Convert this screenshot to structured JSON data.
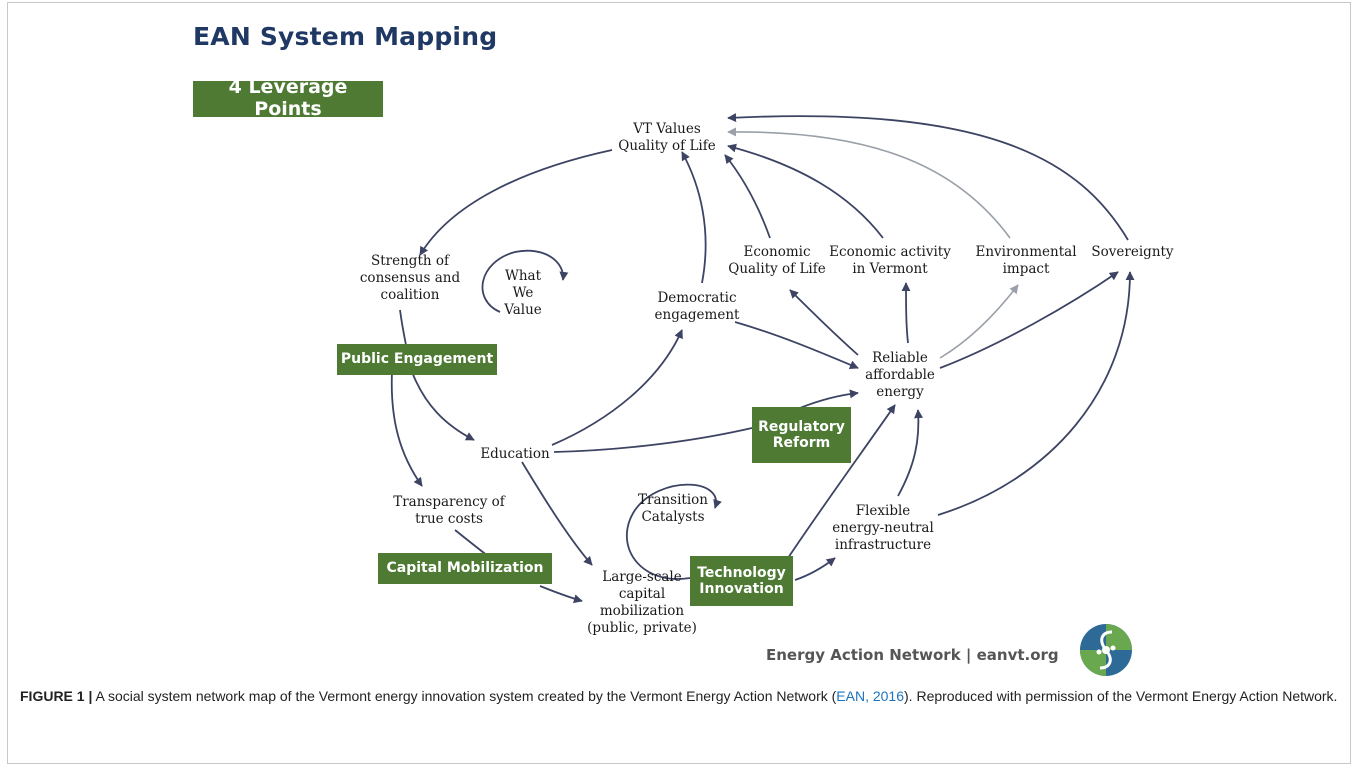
{
  "figure": {
    "title": "EAN System Mapping",
    "leverage_header": "4 Leverage Points",
    "leverage_points": {
      "public_engagement": "Public Engagement",
      "regulatory_reform": "Regulatory\nReform",
      "capital_mobilization": "Capital Mobilization",
      "technology_innovation": "Technology\nInnovation"
    },
    "nodes": {
      "vt_values": "VT Values\nQuality of Life",
      "strength": "Strength of\nconsensus and\ncoalition",
      "what_we_value": "What\nWe\nValue",
      "democratic": "Democratic\nengagement",
      "economic_qol": "Economic\nQuality of Life",
      "economic_activity": "Economic activity\nin Vermont",
      "environmental": "Environmental\nimpact",
      "sovereignty": "Sovereignty",
      "reliable": "Reliable\naffordable\nenergy",
      "education": "Education",
      "transparency": "Transparency of\ntrue costs",
      "transition": "Transition\nCatalysts",
      "flexible": "Flexible\nenergy-neutral\ninfrastructure",
      "large_scale": "Large-scale\ncapital\nmobilization\n(public, private)"
    },
    "colors": {
      "arrow": "#3d4463",
      "arrow_light": "#9aa0a8",
      "leverage_green": "#4e7a34",
      "title_navy": "#1f3864"
    },
    "credit": "Energy Action Network | eanvt.org"
  },
  "caption": {
    "label": "FIGURE 1 |",
    "text_before": " A social system network map of the Vermont energy innovation system created by the Vermont Energy Action Network (",
    "citation": "EAN, 2016",
    "text_after": "). Reproduced with permission of the Vermont Energy Action Network."
  }
}
